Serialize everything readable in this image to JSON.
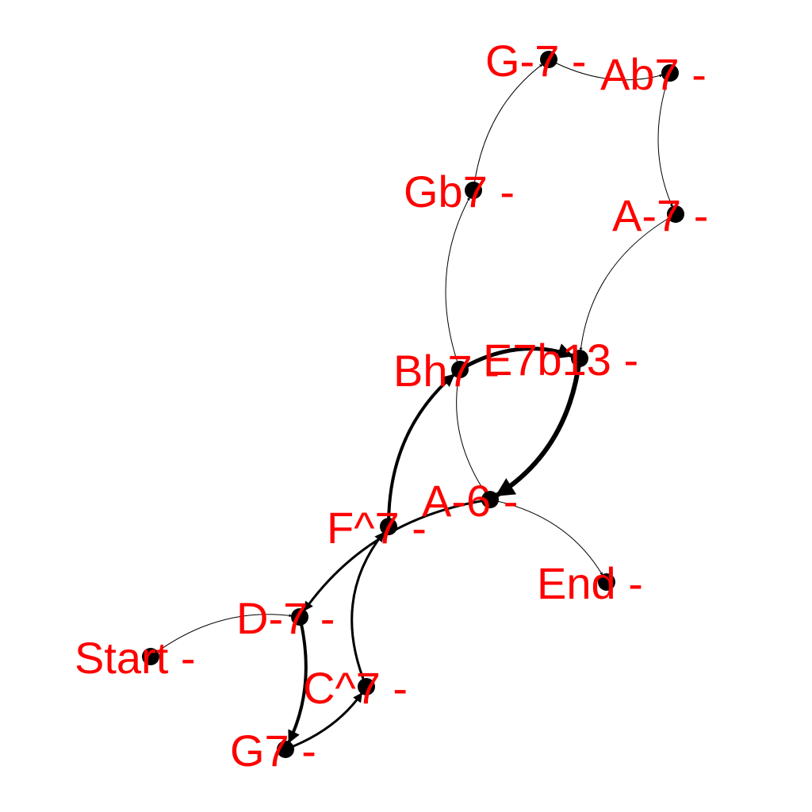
{
  "colors": {
    "node": "#000000",
    "edge": "#000000",
    "label": "#ff0000"
  },
  "nodes": [
    {
      "id": "start",
      "label": "Start -"
    },
    {
      "id": "d7",
      "label": "D-7 -"
    },
    {
      "id": "g7",
      "label": "G7 -"
    },
    {
      "id": "cmaj7",
      "label": "C^7 -"
    },
    {
      "id": "fmaj7",
      "label": "F^7 -"
    },
    {
      "id": "bh7",
      "label": "Bh7 -"
    },
    {
      "id": "e7b13",
      "label": "E7b13 -"
    },
    {
      "id": "a6",
      "label": "A-6 -"
    },
    {
      "id": "end",
      "label": "End -"
    },
    {
      "id": "gb7",
      "label": "Gb7 -"
    },
    {
      "id": "gm7",
      "label": "G-7 -"
    },
    {
      "id": "ab7",
      "label": "Ab7 -"
    },
    {
      "id": "am7",
      "label": "A-7 -"
    }
  ],
  "edges": [
    {
      "from": "start",
      "to": "d7",
      "weight": 1
    },
    {
      "from": "d7",
      "to": "g7",
      "weight": 4
    },
    {
      "from": "g7",
      "to": "cmaj7",
      "weight": 3
    },
    {
      "from": "cmaj7",
      "to": "fmaj7",
      "weight": 3
    },
    {
      "from": "fmaj7",
      "to": "bh7",
      "weight": 4
    },
    {
      "from": "bh7",
      "to": "e7b13",
      "weight": 5
    },
    {
      "from": "e7b13",
      "to": "a6",
      "weight": 6
    },
    {
      "from": "a6",
      "to": "d7",
      "weight": 3
    },
    {
      "from": "a6",
      "to": "end",
      "weight": 1
    },
    {
      "from": "a6",
      "to": "bh7",
      "weight": 1
    },
    {
      "from": "bh7",
      "to": "gb7",
      "weight": 1
    },
    {
      "from": "gb7",
      "to": "gm7",
      "weight": 1
    },
    {
      "from": "gm7",
      "to": "ab7",
      "weight": 1
    },
    {
      "from": "ab7",
      "to": "am7",
      "weight": 1
    },
    {
      "from": "am7",
      "to": "e7b13",
      "weight": 1
    }
  ]
}
